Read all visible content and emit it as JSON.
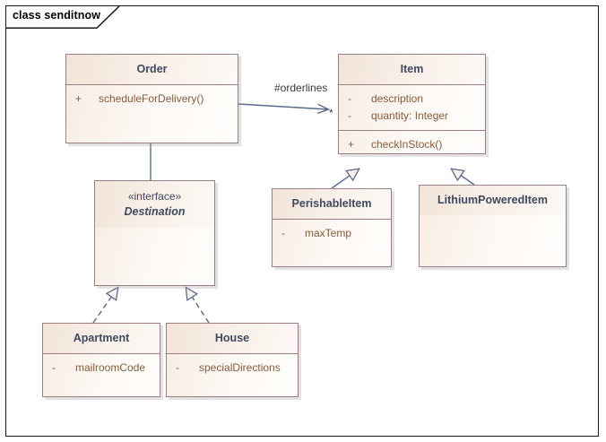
{
  "frame": {
    "label": "class senditnow"
  },
  "colors": {
    "box_border": "#9c7f84",
    "box_fill": "#fdf9f6",
    "title_fill": "#f2e4d8",
    "title_text": "#3f4a60",
    "member_text": "#8a5a3b",
    "connector": "#5a6a8c",
    "frame_border": "#1a1a1a"
  },
  "classes": [
    {
      "id": "order",
      "name": "Order",
      "stereotype": "",
      "attributes": [],
      "operations": [
        {
          "visibility": "+",
          "name": "scheduleForDelivery()"
        }
      ]
    },
    {
      "id": "item",
      "name": "Item",
      "stereotype": "",
      "attributes": [
        {
          "visibility": "-",
          "name": "description"
        },
        {
          "visibility": "-",
          "name": "quantity: Integer"
        }
      ],
      "operations": [
        {
          "visibility": "+",
          "name": "checkInStock()"
        }
      ]
    },
    {
      "id": "destination",
      "name": "Destination",
      "stereotype": "«interface»",
      "attributes": [],
      "operations": []
    },
    {
      "id": "perishableitem",
      "name": "PerishableItem",
      "stereotype": "",
      "attributes": [
        {
          "visibility": "-",
          "name": "maxTemp"
        }
      ],
      "operations": []
    },
    {
      "id": "lithiumpowereditem",
      "name": "LithiumPoweredItem",
      "stereotype": "",
      "attributes": [],
      "operations": []
    },
    {
      "id": "apartment",
      "name": "Apartment",
      "stereotype": "",
      "attributes": [
        {
          "visibility": "-",
          "name": "mailroomCode"
        }
      ],
      "operations": []
    },
    {
      "id": "house",
      "name": "House",
      "stereotype": "",
      "attributes": [
        {
          "visibility": "-",
          "name": "specialDirections"
        }
      ],
      "operations": []
    }
  ],
  "connectors": {
    "association_order_item": {
      "type": "directed-association",
      "source": "Order",
      "target": "Item",
      "role_label": "#orderlines",
      "target_multiplicity": "*"
    },
    "generalization_perishable_item": {
      "type": "generalization",
      "source": "PerishableItem",
      "target": "Item"
    },
    "generalization_lithium_item": {
      "type": "generalization",
      "source": "LithiumPoweredItem",
      "target": "Item"
    },
    "realization_apartment_destination": {
      "type": "realization",
      "source": "Apartment",
      "target": "Destination"
    },
    "realization_house_destination": {
      "type": "realization",
      "source": "House",
      "target": "Destination"
    },
    "link_order_destination": {
      "type": "association",
      "source": "Order",
      "target": "Destination"
    }
  }
}
